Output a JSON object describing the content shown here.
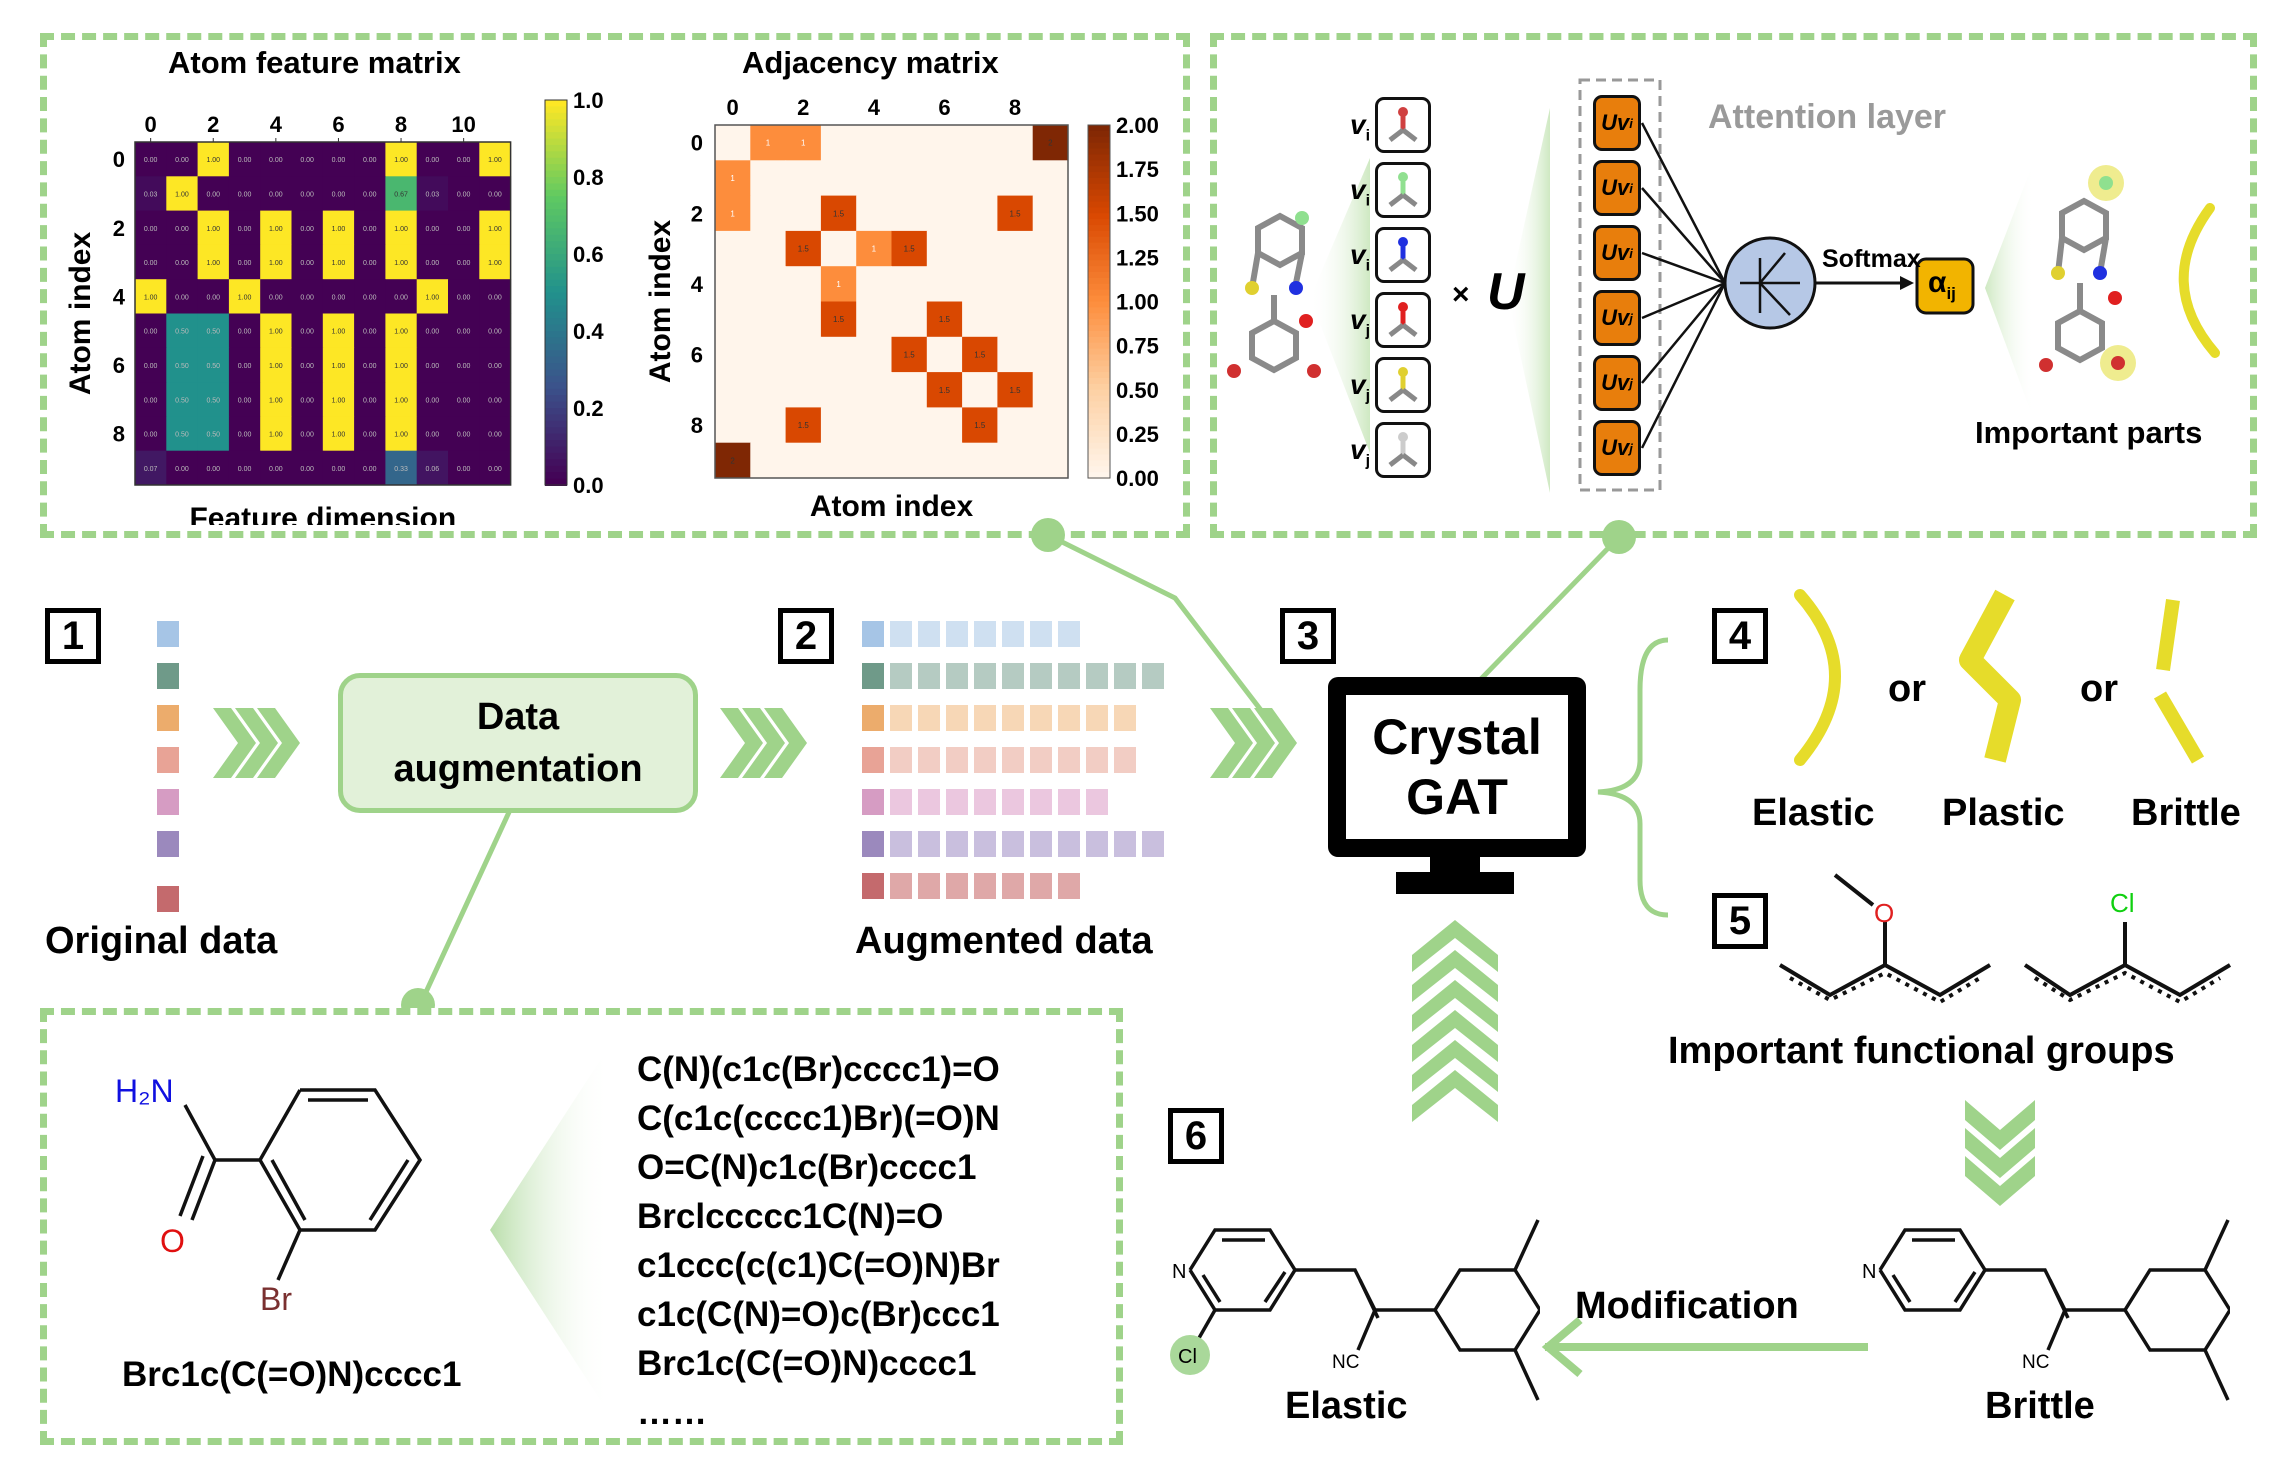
{
  "panels": {
    "feature_matrix": {
      "title": "Atom feature matrix",
      "xlabel": "Feature dimension",
      "ylabel": "Atom index",
      "xticks": [
        "0",
        "2",
        "4",
        "6",
        "8",
        "10"
      ],
      "yticks": [
        "0",
        "2",
        "4",
        "6",
        "8"
      ],
      "colorbar_ticks": [
        "0.0",
        "0.2",
        "0.4",
        "0.6",
        "0.8",
        "1.0"
      ]
    },
    "adjacency_matrix": {
      "title": "Adjacency matrix",
      "xlabel": "Atom index",
      "ylabel": "Atom index",
      "xticks": [
        "0",
        "2",
        "4",
        "6",
        "8"
      ],
      "yticks": [
        "0",
        "2",
        "4",
        "6",
        "8"
      ],
      "colorbar_ticks": [
        "0.00",
        "0.25",
        "0.50",
        "0.75",
        "1.00",
        "1.25",
        "1.50",
        "1.75",
        "2.00"
      ]
    },
    "attention": {
      "title": "Attention layer",
      "vectors": [
        {
          "label": "v",
          "sub": "i",
          "fragment": "carbonyl-oxygen"
        },
        {
          "label": "v",
          "sub": "i",
          "fragment": "carbon-fluorine"
        },
        {
          "label": "v",
          "sub": "i",
          "fragment": "nitrogen"
        },
        {
          "label": "v",
          "sub": "j",
          "fragment": "hydroxyl"
        },
        {
          "label": "v",
          "sub": "j",
          "fragment": "sulfur"
        },
        {
          "label": "v",
          "sub": "j",
          "fragment": "benzene-ring"
        }
      ],
      "times": "×",
      "matrix_symbol": "U",
      "uv_boxes": [
        {
          "label": "Uv",
          "sub": "i"
        },
        {
          "label": "Uv",
          "sub": "i"
        },
        {
          "label": "Uv",
          "sub": "i"
        },
        {
          "label": "Uv",
          "sub": "j"
        },
        {
          "label": "Uv",
          "sub": "j"
        },
        {
          "label": "Uv",
          "sub": "j"
        }
      ],
      "softmax_label": "Softmax",
      "alpha_label": "α",
      "alpha_sub": "ij",
      "important_parts": "Important parts"
    },
    "smiles": {
      "canonical": "Brc1c(C(=O)N)cccc1",
      "augmented": [
        "C(N)(c1c(Br)cccc1)=O",
        "C(c1c(cccc1)Br)(=O)N",
        "O=C(N)c1c(Br)cccc1",
        "Brclccccc1C(N)=O",
        "c1ccc(c(c1)C(=O)N)Br",
        "c1c(C(N)=O)c(Br)ccc1",
        "Brc1c(C(=O)N)cccc1"
      ],
      "ellipsis": "……",
      "atom_labels": {
        "amine": "H₂N",
        "oxygen": "O",
        "bromine": "Br"
      }
    }
  },
  "chart_data": [
    {
      "type": "heatmap",
      "title": "Atom feature matrix",
      "xlabel": "Feature dimension",
      "ylabel": "Atom index",
      "colormap": "viridis",
      "vmin": 0.0,
      "vmax": 1.0,
      "values": [
        [
          0.0,
          0.0,
          1.0,
          0.0,
          0.0,
          0.0,
          0.0,
          0.0,
          1.0,
          0.0,
          0.0,
          1.0
        ],
        [
          0.03,
          1.0,
          0.0,
          0.0,
          0.0,
          0.0,
          0.0,
          0.0,
          0.67,
          0.03,
          0.0,
          0.0
        ],
        [
          0.0,
          0.0,
          1.0,
          0.0,
          1.0,
          0.0,
          1.0,
          0.0,
          1.0,
          0.0,
          0.0,
          1.0
        ],
        [
          0.0,
          0.0,
          1.0,
          0.0,
          1.0,
          0.0,
          1.0,
          0.0,
          1.0,
          0.0,
          0.0,
          1.0
        ],
        [
          1.0,
          0.0,
          0.0,
          1.0,
          0.0,
          0.0,
          0.0,
          0.0,
          0.0,
          1.0,
          0.0,
          0.0
        ],
        [
          0.0,
          0.5,
          0.5,
          0.0,
          1.0,
          0.0,
          1.0,
          0.0,
          1.0,
          0.0,
          0.0,
          0.0
        ],
        [
          0.0,
          0.5,
          0.5,
          0.0,
          1.0,
          0.0,
          1.0,
          0.0,
          1.0,
          0.0,
          0.0,
          0.0
        ],
        [
          0.0,
          0.5,
          0.5,
          0.0,
          1.0,
          0.0,
          1.0,
          0.0,
          1.0,
          0.0,
          0.0,
          0.0
        ],
        [
          0.0,
          0.5,
          0.5,
          0.0,
          1.0,
          0.0,
          1.0,
          0.0,
          1.0,
          0.0,
          0.0,
          0.0
        ],
        [
          0.07,
          0.0,
          0.0,
          0.0,
          0.0,
          0.0,
          0.0,
          0.0,
          0.33,
          0.06,
          0.0,
          0.0
        ]
      ]
    },
    {
      "type": "heatmap",
      "title": "Adjacency matrix",
      "xlabel": "Atom index",
      "ylabel": "Atom index",
      "colormap": "oranges",
      "vmin": 0.0,
      "vmax": 2.0,
      "values": [
        [
          0,
          1,
          1,
          0,
          0,
          0,
          0,
          0,
          0,
          2
        ],
        [
          1,
          0,
          0,
          0,
          0,
          0,
          0,
          0,
          0,
          0
        ],
        [
          1,
          0,
          0,
          1.5,
          0,
          0,
          0,
          0,
          1.5,
          0
        ],
        [
          0,
          0,
          1.5,
          0,
          1,
          1.5,
          0,
          0,
          0,
          0
        ],
        [
          0,
          0,
          0,
          1,
          0,
          0,
          0,
          0,
          0,
          0
        ],
        [
          0,
          0,
          0,
          1.5,
          0,
          0,
          1.5,
          0,
          0,
          0
        ],
        [
          0,
          0,
          0,
          0,
          0,
          1.5,
          0,
          1.5,
          0,
          0
        ],
        [
          0,
          0,
          0,
          0,
          0,
          0,
          1.5,
          0,
          1.5,
          0
        ],
        [
          0,
          0,
          1.5,
          0,
          0,
          0,
          0,
          1.5,
          0,
          0
        ],
        [
          2,
          0,
          0,
          0,
          0,
          0,
          0,
          0,
          0,
          0
        ]
      ]
    }
  ],
  "steps": {
    "step1": {
      "number": "1",
      "label": "Original data"
    },
    "step2": {
      "number": "2",
      "label": "Augmented data"
    },
    "step3": {
      "number": "3",
      "model_line1": "Crystal",
      "model_line2": "GAT"
    },
    "step4": {
      "number": "4",
      "classes": [
        "Elastic",
        "Plastic",
        "Brittle"
      ],
      "separator": "or"
    },
    "step5": {
      "number": "5",
      "label": "Important functional groups",
      "groups": [
        {
          "atom": "O"
        },
        {
          "atom": "Cl"
        }
      ]
    },
    "step6": {
      "number": "6",
      "modification": "Modification",
      "left_label": "Elastic",
      "right_label": "Brittle",
      "atoms": {
        "n": "N",
        "cl": "Cl",
        "nc": "NC"
      }
    }
  },
  "data_augmentation": {
    "line1": "Data",
    "line2": "augmentation"
  },
  "data_rows": {
    "colors": [
      "#a6c5e6",
      "#6f9a89",
      "#ecac6c",
      "#e8a396",
      "#d69cc3",
      "#9b89bd",
      "#c46a6d"
    ],
    "light_colors": [
      "#cfe0f1",
      "#b5cbc2",
      "#f7d7b6",
      "#f2cdc4",
      "#ebc7df",
      "#c9bfde",
      "#dfa8a8"
    ],
    "augmented_counts": [
      8,
      11,
      10,
      10,
      9,
      11,
      8
    ]
  }
}
